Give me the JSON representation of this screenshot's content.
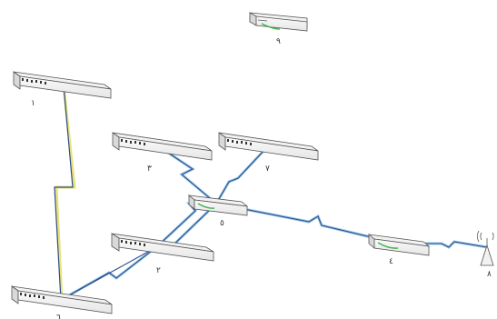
{
  "colors": {
    "link_blue": "#2b4f8c",
    "link_light": "#9bc7e8",
    "link_yellow": "#e8e27a",
    "device_top": "#f2f2f2",
    "device_front": "#d9d9d9",
    "device_stroke": "#555555",
    "router_green": "#3cb44b"
  },
  "icons": {
    "switch": "switch-icon",
    "router": "router-icon",
    "wireless": "wireless-access-point-icon"
  },
  "nodes": [
    {
      "id": "router-9",
      "type": "router",
      "label": "٩"
    },
    {
      "id": "switch-1",
      "type": "switch",
      "label": "١"
    },
    {
      "id": "switch-2",
      "type": "switch",
      "label": "٢"
    },
    {
      "id": "switch-3",
      "type": "switch",
      "label": "٣"
    },
    {
      "id": "router-5",
      "type": "router",
      "label": "٥"
    },
    {
      "id": "switch-6",
      "type": "switch",
      "label": "٦"
    },
    {
      "id": "switch-7",
      "type": "switch",
      "label": "٧"
    },
    {
      "id": "router-4",
      "type": "router",
      "label": "٤"
    },
    {
      "id": "wireless-ap-8",
      "type": "wireless",
      "label": "٨"
    }
  ],
  "links": [
    {
      "from": "switch-1",
      "to": "switch-6",
      "style": "serial"
    },
    {
      "from": "switch-6",
      "to": "router-5",
      "style": "serial"
    },
    {
      "from": "switch-6",
      "to": "switch-2",
      "style": "serial"
    },
    {
      "from": "switch-2",
      "to": "router-5",
      "style": "serial"
    },
    {
      "from": "switch-3",
      "to": "router-5",
      "style": "serial"
    },
    {
      "from": "switch-7",
      "to": "router-5",
      "style": "serial"
    },
    {
      "from": "router-5",
      "to": "router-4",
      "style": "serial"
    },
    {
      "from": "router-4",
      "to": "wireless-ap-8",
      "style": "serial"
    }
  ]
}
